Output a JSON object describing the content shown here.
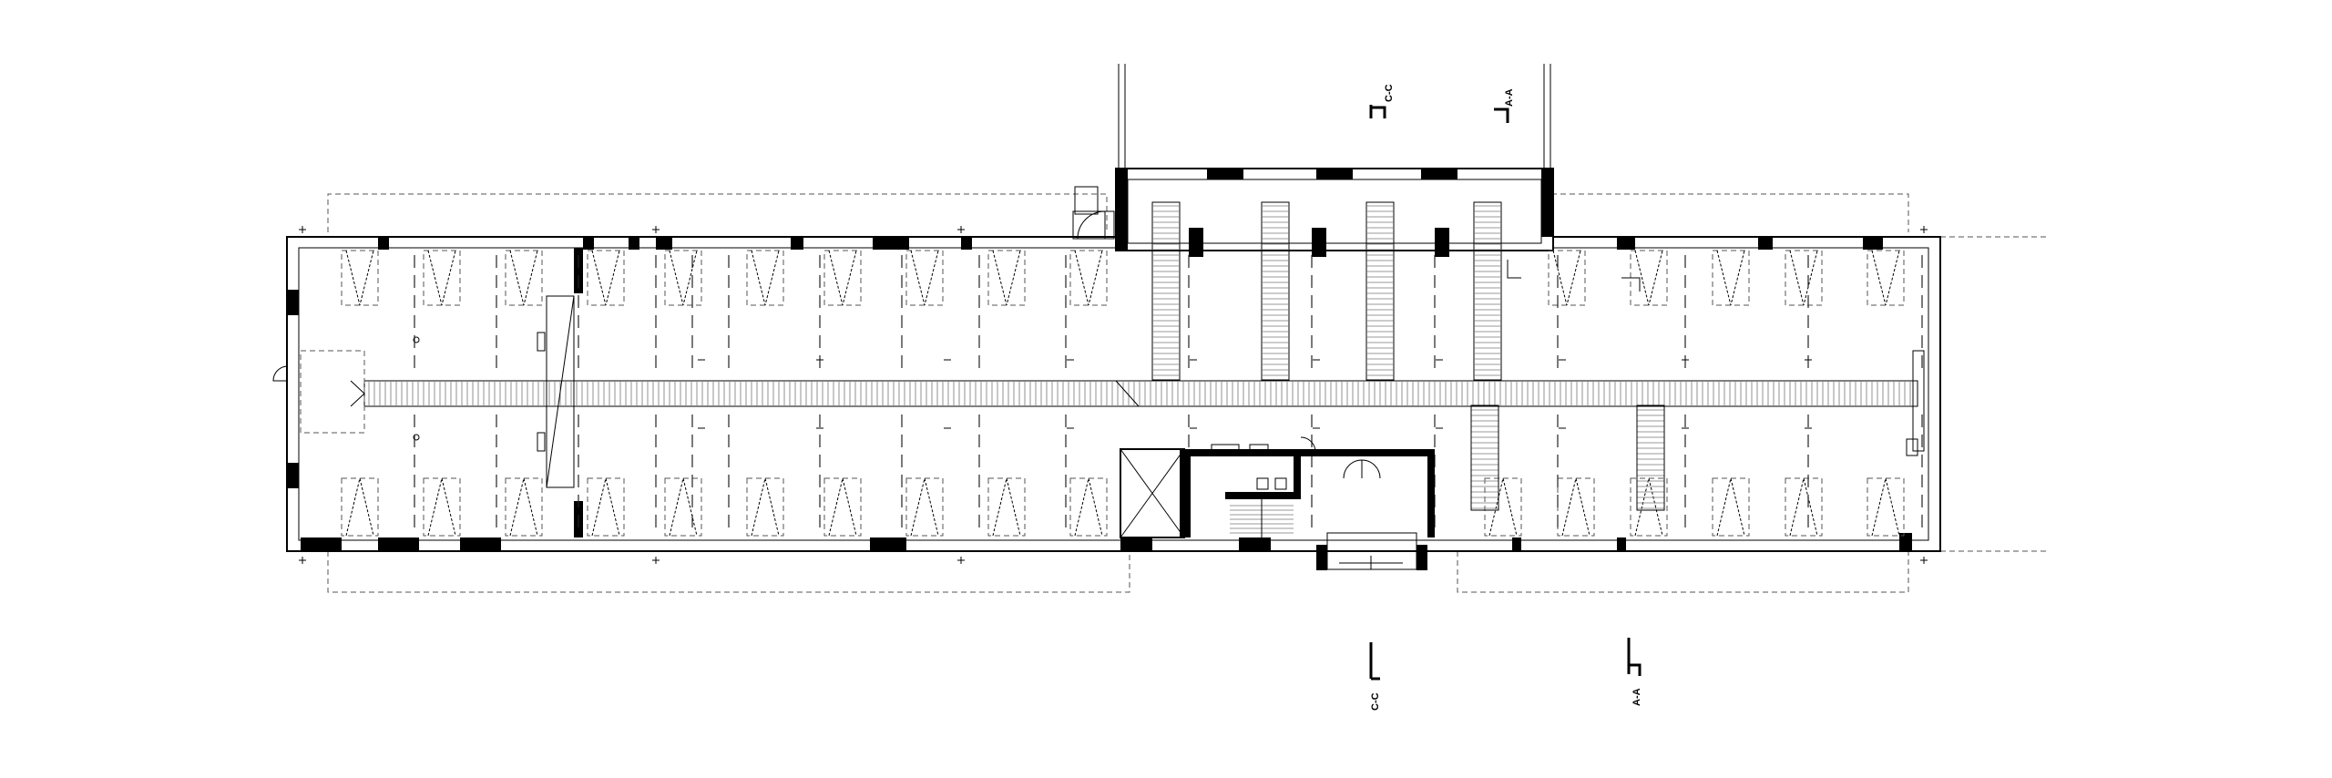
{
  "drawing": {
    "type": "architectural floor plan",
    "section_markers": [
      {
        "id": "cc-top",
        "label": "C-C"
      },
      {
        "id": "aa-top",
        "label": "A-A"
      },
      {
        "id": "cc-bottom",
        "label": "C-C"
      },
      {
        "id": "aa-bottom",
        "label": "A-A"
      }
    ]
  }
}
